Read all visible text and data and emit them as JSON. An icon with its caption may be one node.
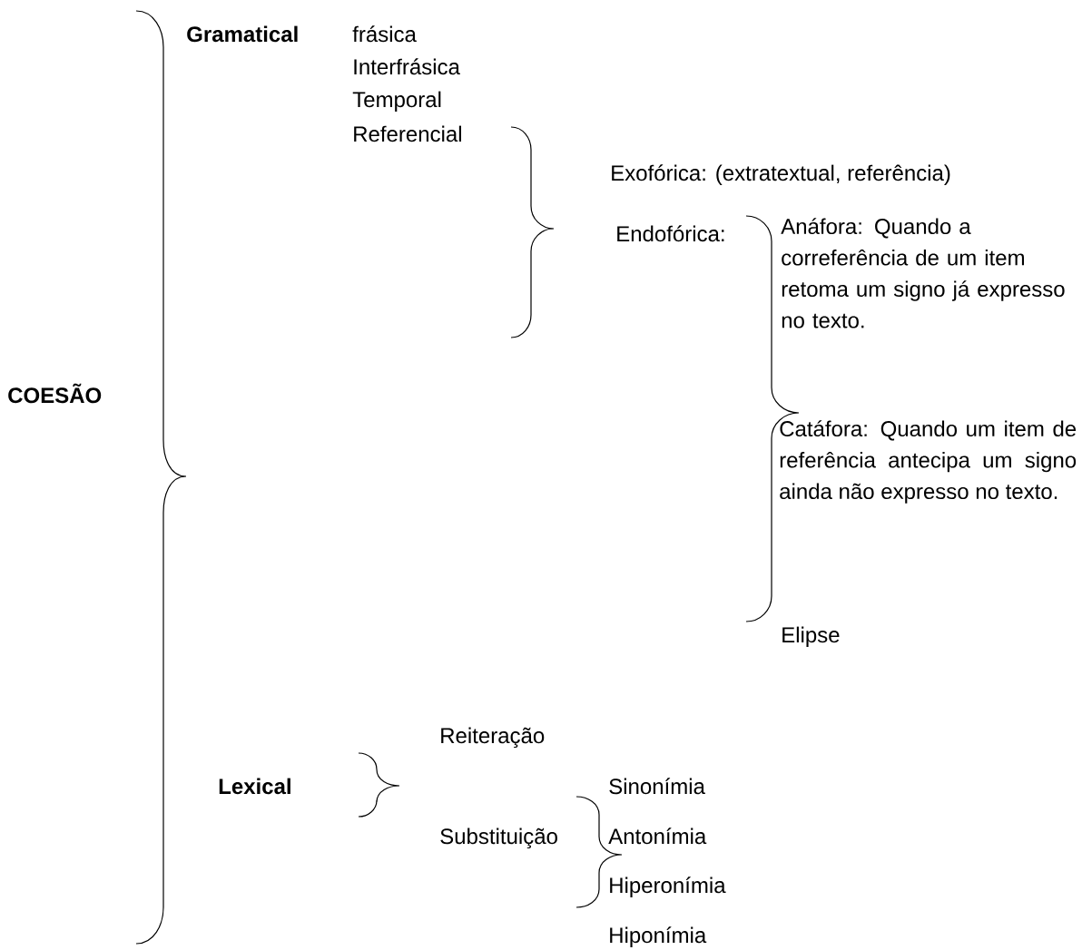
{
  "diagram": {
    "labels": [
      "COESÃO",
      "Gramatical",
      "frásica",
      "Interfrásica",
      "Temporal",
      "Referencial",
      "Exofórica: (extratextual, referência)",
      "Endofórica:",
      "Anáfora: Quando a correferência de um item retoma um signo já expresso no texto.",
      "Catáfora: Quando um item de referência antecipa um signo ainda não expresso no texto.",
      "Elipse",
      "Reiteração",
      "Lexical",
      "Sinonímia",
      "Substituição",
      "Antonímia",
      "Hiperonímia",
      "Hiponímia"
    ]
  }
}
